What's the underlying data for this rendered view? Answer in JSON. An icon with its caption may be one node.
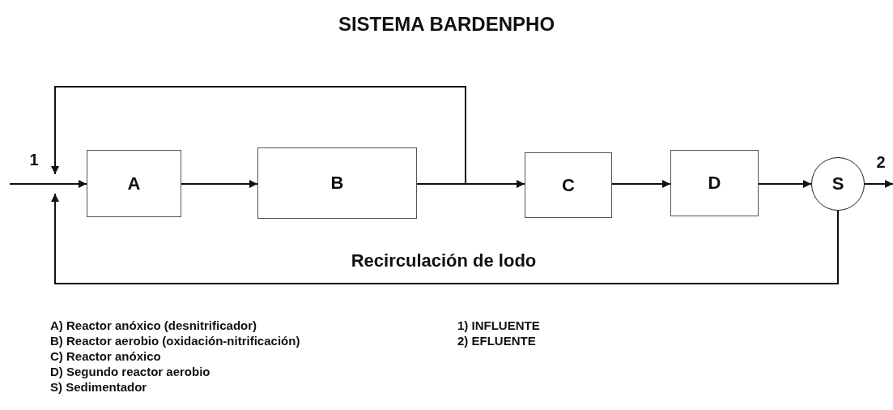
{
  "diagram": {
    "title": "SISTEMA BARDENPHO",
    "nodes": [
      {
        "text": [
          "A"
        ]
      },
      {
        "text": [
          "B"
        ]
      },
      {
        "text": [
          "C"
        ]
      },
      {
        "text": [
          "D"
        ]
      },
      {
        "text": [
          "S"
        ]
      }
    ],
    "edges": [
      {
        "from": null,
        "to": 0,
        "arrow": "to",
        "label": "1"
      },
      {
        "from": 0,
        "to": 1,
        "arrow": "to"
      },
      {
        "from": 1,
        "to": 2,
        "arrow": "to"
      },
      {
        "from": 2,
        "to": 3,
        "arrow": "to"
      },
      {
        "from": 3,
        "to": 4,
        "arrow": "to"
      },
      {
        "from": 4,
        "to": null,
        "arrow": "to",
        "label": "2"
      },
      {
        "from": 1,
        "to": 0,
        "arrow": "to"
      },
      {
        "from": 4,
        "to": 0,
        "arrow": "to",
        "label": "Recirculación de lodo"
      }
    ],
    "labels": [
      "A) Reactor anóxico (desnitrificador)",
      "B) Reactor aerobio (oxidación-nitrificación)",
      "C) Reactor anóxico",
      "D) Segundo reactor aerobio",
      "S) Sedimentador",
      "1) INFLUENTE",
      "2) EFLUENTE"
    ]
  }
}
